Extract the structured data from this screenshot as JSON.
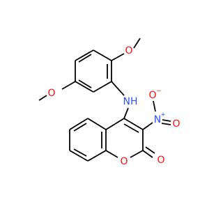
{
  "colors": {
    "carbon_bond": "#000000",
    "oxygen": "#ff0d0d",
    "nitrogen": "#3050f8",
    "background": "#ffffff"
  },
  "atoms": {
    "o_methoxy_top": "O",
    "o_methoxy_left": "O",
    "nh": "NH",
    "n_nitro": "N",
    "n_nitro_charge": "+",
    "o_nitro_minus": "O",
    "o_nitro_minus_charge": "−",
    "o_nitro_double": "O",
    "o_ring": "O",
    "o_carbonyl": "O"
  }
}
